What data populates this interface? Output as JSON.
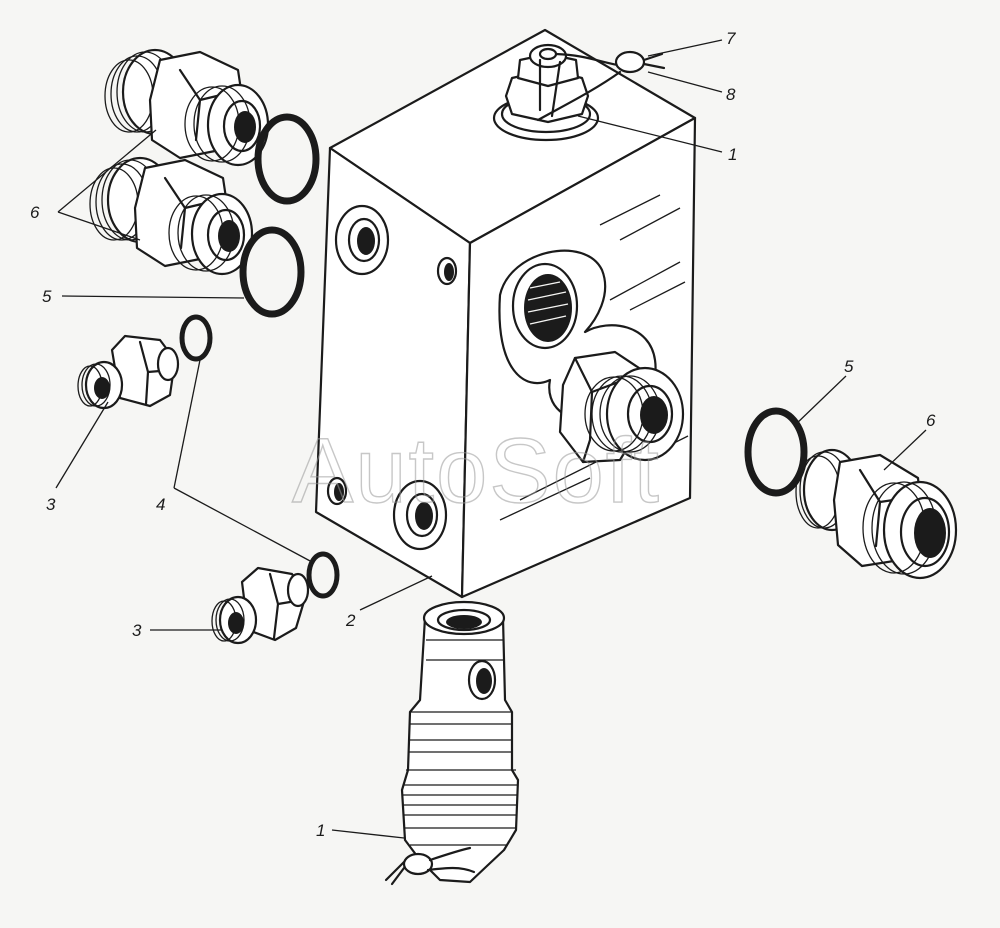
{
  "watermark": "AutoSoft",
  "callouts": {
    "c1_top": "1",
    "c1_bottom": "1",
    "c2": "2",
    "c3_upper": "3",
    "c3_lower": "3",
    "c4": "4",
    "c5_left": "5",
    "c5_right": "5",
    "c6_left": "6",
    "c6_right": "6",
    "c7": "7",
    "c8": "8"
  },
  "colors": {
    "ink": "#1b1b1b",
    "paper": "#f6f6f4",
    "watermark": "#9a9a9a"
  }
}
